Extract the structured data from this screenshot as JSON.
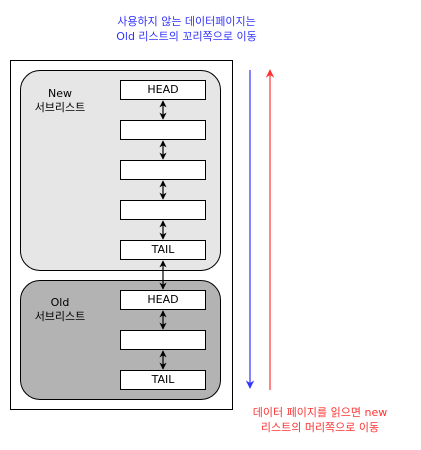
{
  "captions": {
    "top_line1": "사용하지 않는 데이터페이지는",
    "top_line2": "Old 리스트의 꼬리쪽으로 이동",
    "bottom_line1": "데이터 페이지를 읽으면 new",
    "bottom_line2": "리스트의 머리쪽으로 이동"
  },
  "groups": {
    "new": {
      "line1": "New",
      "line2": "서브리스트"
    },
    "old": {
      "line1": "Old",
      "line2": "서브리스트"
    }
  },
  "pages": {
    "new_head": "HEAD",
    "new_2": "",
    "new_3": "",
    "new_4": "",
    "new_tail": "TAIL",
    "old_head": "HEAD",
    "old_2": "",
    "old_tail": "TAIL"
  },
  "colors": {
    "blue_arrow": "#3333ff",
    "red_arrow": "#ff3333",
    "new_sublist_fill": "#e6e6e6",
    "old_sublist_fill": "#b3b3b3"
  }
}
